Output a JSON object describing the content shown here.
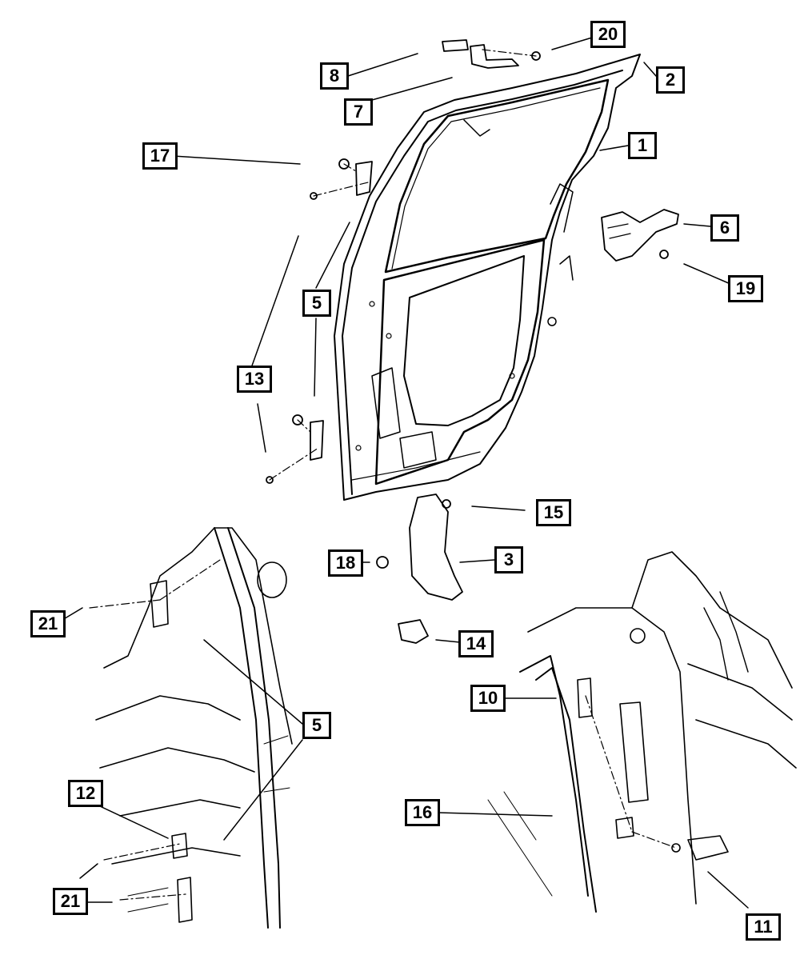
{
  "figure": {
    "background": "#ffffff",
    "line_color": "#000000",
    "callouts": [
      {
        "id": "c1",
        "label": "1"
      },
      {
        "id": "c2",
        "label": "2"
      },
      {
        "id": "c3",
        "label": "3"
      },
      {
        "id": "c5a",
        "label": "5"
      },
      {
        "id": "c5b",
        "label": "5"
      },
      {
        "id": "c6",
        "label": "6"
      },
      {
        "id": "c7",
        "label": "7"
      },
      {
        "id": "c8",
        "label": "8"
      },
      {
        "id": "c10",
        "label": "10"
      },
      {
        "id": "c11",
        "label": "11"
      },
      {
        "id": "c12",
        "label": "12"
      },
      {
        "id": "c13",
        "label": "13"
      },
      {
        "id": "c14",
        "label": "14"
      },
      {
        "id": "c15",
        "label": "15"
      },
      {
        "id": "c16",
        "label": "16"
      },
      {
        "id": "c17",
        "label": "17"
      },
      {
        "id": "c18",
        "label": "18"
      },
      {
        "id": "c19",
        "label": "19"
      },
      {
        "id": "c20",
        "label": "20"
      },
      {
        "id": "c21a",
        "label": "21"
      },
      {
        "id": "c21b",
        "label": "21"
      }
    ]
  }
}
